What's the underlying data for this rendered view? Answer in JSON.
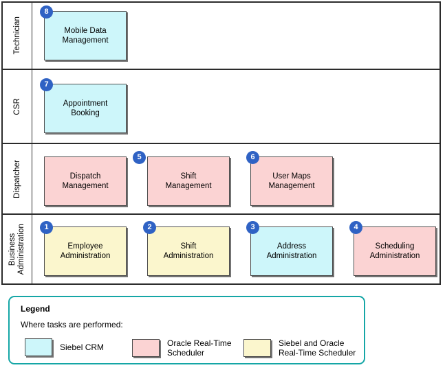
{
  "diagram": {
    "lanes": [
      {
        "id": "technician",
        "label": "Technician",
        "tasks": [
          {
            "number": "8",
            "label": "Mobile Data\nManagement",
            "fill": "cyan",
            "fill_hex": "#cdf6fa"
          }
        ]
      },
      {
        "id": "csr",
        "label": "CSR",
        "tasks": [
          {
            "number": "7",
            "label": "Appointment\nBooking",
            "fill": "cyan",
            "fill_hex": "#cdf6fa"
          }
        ]
      },
      {
        "id": "dispatcher",
        "label": "Dispatcher",
        "tasks": [
          {
            "number": "",
            "label": "Dispatch\nManagement",
            "fill": "pink",
            "fill_hex": "#fbd3d3"
          },
          {
            "number": "5",
            "label": "Shift\nManagement",
            "fill": "pink",
            "fill_hex": "#fbd3d3"
          },
          {
            "number": "6",
            "label": "User Maps\nManagement",
            "fill": "pink",
            "fill_hex": "#fbd3d3"
          }
        ]
      },
      {
        "id": "business-administration",
        "label": "Business\nAdministration",
        "tasks": [
          {
            "number": "1",
            "label": "Employee\nAdministration",
            "fill": "yellow",
            "fill_hex": "#fbf6cd"
          },
          {
            "number": "2",
            "label": "Shift\nAdministration",
            "fill": "yellow",
            "fill_hex": "#fbf6cd"
          },
          {
            "number": "3",
            "label": "Address\nAdministration",
            "fill": "cyan",
            "fill_hex": "#cdf6fa"
          },
          {
            "number": "4",
            "label": "Scheduling\nAdministration",
            "fill": "pink",
            "fill_hex": "#fbd3d3"
          }
        ]
      }
    ]
  },
  "legend": {
    "title": "Legend",
    "subtitle": "Where tasks are performed:",
    "border_hex": "#15a6a6",
    "items": [
      {
        "label": "Siebel CRM",
        "fill": "cyan",
        "fill_hex": "#cdf6fa"
      },
      {
        "label": "Oracle Real-Time\nScheduler",
        "fill": "pink",
        "fill_hex": "#fbd3d3"
      },
      {
        "label": "Siebel and Oracle\nReal-Time Scheduler",
        "fill": "yellow",
        "fill_hex": "#fbf6cd"
      }
    ]
  },
  "theme": {
    "badge_hex": "#2f62c4",
    "grid_line_hex": "#2b2b2b",
    "box_border_hex": "#4c4c4c"
  }
}
